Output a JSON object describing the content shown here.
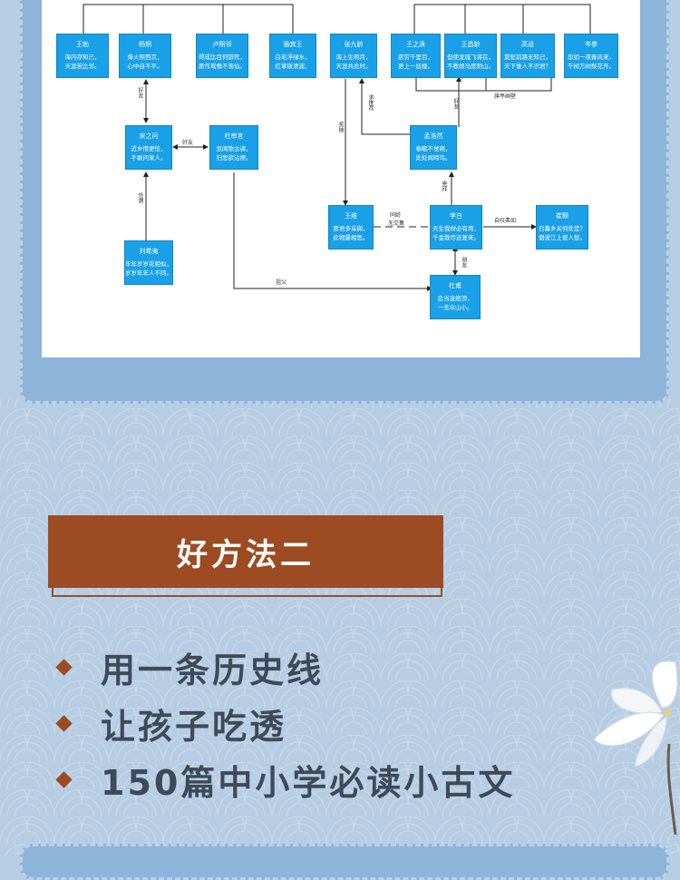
{
  "diagram": {
    "nodes": [
      {
        "id": "wangbo",
        "name": "王勃",
        "lines": [
          "海内存知己，",
          "天涯若比邻。"
        ]
      },
      {
        "id": "yangjiong",
        "name": "杨炯",
        "lines": [
          "烽火照西京，",
          "心中自不平。"
        ]
      },
      {
        "id": "luzhaolin",
        "name": "卢照邻",
        "lines": [
          "得成比目何辞死，",
          "愿作鸳鸯不羡仙。"
        ]
      },
      {
        "id": "luobinwang",
        "name": "骆宾王",
        "lines": [
          "白毛浮绿水，",
          "红掌拨清波。"
        ]
      },
      {
        "id": "zhangjiuling",
        "name": "张九龄",
        "lines": [
          "海上生明月，",
          "天涯共此时。"
        ]
      },
      {
        "id": "wangzhihuan",
        "name": "王之涣",
        "lines": [
          "欲穷千里目，",
          "更上一层楼。"
        ]
      },
      {
        "id": "wangchangling",
        "name": "王昌龄",
        "lines": [
          "但使龙城飞将在，",
          "不教胡马度阴山。"
        ]
      },
      {
        "id": "gaoshi",
        "name": "高适",
        "lines": [
          "莫愁前路无知己，",
          "天下谁人不识君？"
        ]
      },
      {
        "id": "censhen",
        "name": "岑参",
        "lines": [
          "忽如一夜春风来，",
          "千树万树梨花开。"
        ]
      },
      {
        "id": "songzhiwen",
        "name": "宋之问",
        "lines": [
          "近乡情更怯，",
          "不敢问来人。"
        ]
      },
      {
        "id": "dushenyan",
        "name": "杜审言",
        "lines": [
          "忽闻歌古调，",
          "归思欲沾襟。"
        ]
      },
      {
        "id": "menghaoran",
        "name": "孟浩然",
        "lines": [
          "春眠不觉晓，",
          "处处闻啼鸟。"
        ]
      },
      {
        "id": "wangwei",
        "name": "王维",
        "lines": [
          "愿君多采撷，",
          "此物最相思。"
        ]
      },
      {
        "id": "libai",
        "name": "李白",
        "lines": [
          "天生我材必有用，",
          "千金散尽还复来。"
        ]
      },
      {
        "id": "cuihao",
        "name": "崔颢",
        "lines": [
          "日暮乡关何处是？",
          "烟波江上使人愁。"
        ]
      },
      {
        "id": "liuxiyi",
        "name": "刘希夷",
        "lines": [
          "年年岁岁花相似，",
          "岁岁年年人不同。"
        ]
      },
      {
        "id": "dufu",
        "name": "杜甫",
        "lines": [
          "会当凌绝顶，",
          "一览众山小。"
        ]
      }
    ],
    "edge_labels": {
      "haoyou1": "好友",
      "haoyou2": "好友",
      "waisheng": "外甥",
      "zufu": "祖父",
      "qiutuijian": "求推荐",
      "haoyou3": "好友",
      "jiangxie": "奖掖",
      "chongbai": "崇拜",
      "tongling": "同龄",
      "wujiaoji": "无交集",
      "yinmuhuijia": "自叹弗如",
      "pengyou": "朋友",
      "qidingjiaoyou": "旗亭画壁"
    }
  },
  "banner": {
    "title": "好方法二"
  },
  "bullets": [
    "用一条历史线",
    "让孩子吃透",
    "150篇中小学必读小古文"
  ],
  "colors": {
    "node": "#1aa0e6",
    "banner": "#9c4b23",
    "background": "#b7cde3",
    "frame": "#8db4d9"
  }
}
